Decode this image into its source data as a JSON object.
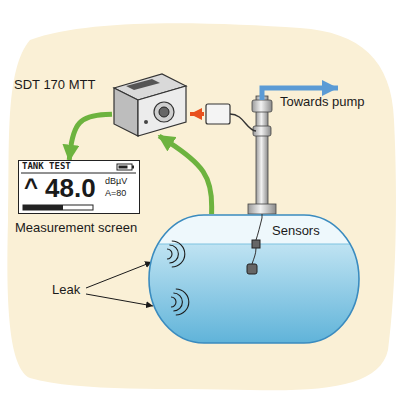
{
  "diagram": {
    "nodes": [
      {
        "text": [
          "SDT 170 MTT"
        ]
      },
      {
        "text": [
          "TANK TEST",
          "^",
          "48.0",
          "dBµV",
          "A=80",
          "Measurement screen"
        ]
      },
      {
        "text": [
          "Sensors"
        ]
      }
    ],
    "edges": [
      {
        "from": 2,
        "to": 0,
        "arrow": "to"
      },
      {
        "from": 0,
        "to": 1,
        "arrow": "to"
      }
    ],
    "labels": [
      "Towards pump",
      "Leak"
    ]
  }
}
